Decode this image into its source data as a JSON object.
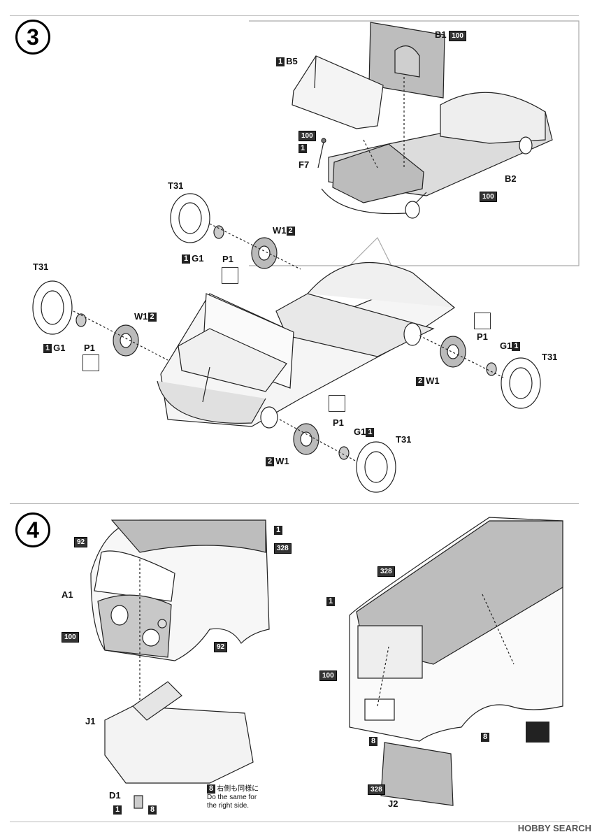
{
  "steps": {
    "three": "3",
    "four": "4"
  },
  "step3": {
    "b1_label": "B1",
    "b1_code": "100",
    "b5_num": "1",
    "b5_label": "B5",
    "f7_code": "100",
    "f7_num": "1",
    "f7_label": "F7",
    "b2_label": "B2",
    "b2_code": "100",
    "t31_a": "T31",
    "w1_a_label": "W1",
    "w1_a_num": "2",
    "g1_a_num": "1",
    "g1_a_label": "G1",
    "p1_a": "P1",
    "t31_b": "T31",
    "w1_b_label": "W1",
    "w1_b_num": "2",
    "g1_b_num": "1",
    "g1_b_label": "G1",
    "p1_b": "P1",
    "p1_c": "P1",
    "g1_c_label": "G1",
    "g1_c_num": "1",
    "t31_c": "T31",
    "w1_c_num": "2",
    "w1_c_label": "W1",
    "p1_d": "P1",
    "g1_d_label": "G1",
    "g1_d_num": "1",
    "t31_d": "T31",
    "w1_d_num": "2",
    "w1_d_label": "W1"
  },
  "step4": {
    "code_92a": "92",
    "num_1a": "1",
    "code_328a": "328",
    "a1": "A1",
    "code_100a": "100",
    "code_92b": "92",
    "j1": "J1",
    "d1": "D1",
    "d1_num": "1",
    "d1_code": "8",
    "note_num": "8",
    "note_jp": "右側も同様に",
    "note_en1": "Do the same for",
    "note_en2": "the right side.",
    "code_328b": "328",
    "num_1b": "1",
    "code_100b": "100",
    "code_8a": "8",
    "code_8b": "8",
    "code_328c": "328",
    "j2": "J2"
  },
  "watermark": "HOBBY SEARCH"
}
